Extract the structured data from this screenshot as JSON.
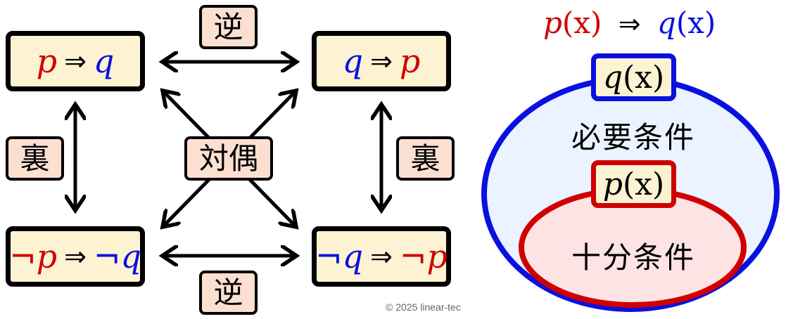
{
  "propositions": {
    "original": {
      "left": "p",
      "arrow": "⇒",
      "right": "q"
    },
    "converse": {
      "left": "q",
      "arrow": "⇒",
      "right": "p"
    },
    "inverse": {
      "neg_left": "¬",
      "left": "p",
      "arrow": "⇒",
      "neg_right": "¬",
      "right": "q"
    },
    "contrapositive": {
      "neg_left": "¬",
      "left": "q",
      "arrow": "⇒",
      "neg_right": "¬",
      "right": "p"
    }
  },
  "relations": {
    "converse_top": "逆",
    "converse_bottom": "逆",
    "inverse_left": "裏",
    "inverse_right": "裏",
    "contrapositive": "対偶"
  },
  "sets": {
    "title": {
      "p": "p",
      "px": "(x)",
      "arrow": "⇒",
      "q": "q",
      "qx": "(x)"
    },
    "outer": {
      "label_var": "q",
      "label_arg": "(x)",
      "condition": "必要条件"
    },
    "inner": {
      "label_var": "p",
      "label_arg": "(x)",
      "condition": "十分条件"
    }
  },
  "copyright": "© 2025 linear-tec",
  "colors": {
    "p": "#d00000",
    "q": "#0a10e0",
    "box_fill": "#fdf3d2",
    "label_fill": "#fbe0d2",
    "outer_fill": "#eaf3ff",
    "outer_stroke": "#0a10e0",
    "inner_fill": "#fde3e3",
    "inner_stroke": "#d00000"
  }
}
